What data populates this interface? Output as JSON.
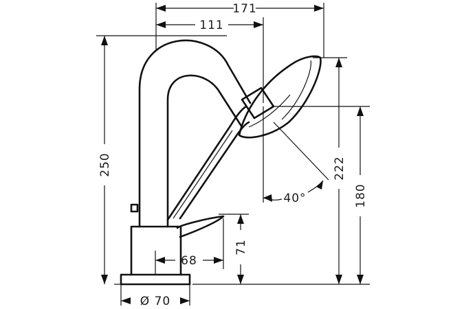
{
  "diagram": {
    "dimensions": {
      "overall_width": "171",
      "spout_reach": "111",
      "overall_height": "250",
      "shower_holder_height": "222",
      "shower_height": "180",
      "lever_height": "71",
      "lever_reach": "68",
      "base_diameter": "Ø 70",
      "shower_angle": "40°"
    }
  }
}
